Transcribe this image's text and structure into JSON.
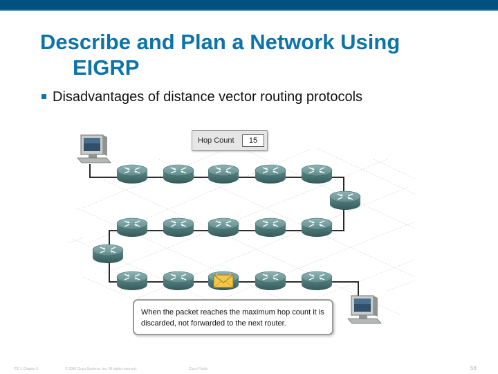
{
  "slide": {
    "title_line1": "Describe and Plan a Network Using",
    "title_line2": "EIGRP",
    "bullet": "Disadvantages of distance vector routing protocols"
  },
  "diagram": {
    "hop_count_label": "Hop Count",
    "hop_count_value": "15",
    "callout_text": "When the packet reaches the maximum hop count it is discarded, not forwarded to the next router."
  },
  "footer": {
    "course": "ITE 1 Chapter 6",
    "copyright": "© 2006 Cisco Systems, Inc. All rights reserved.",
    "classification": "Cisco Public",
    "page_number": "58"
  },
  "colors": {
    "title": "#0c74a8",
    "banner": "#00517f",
    "router": "#4d7c7c",
    "envelope": "#f2c84b"
  }
}
